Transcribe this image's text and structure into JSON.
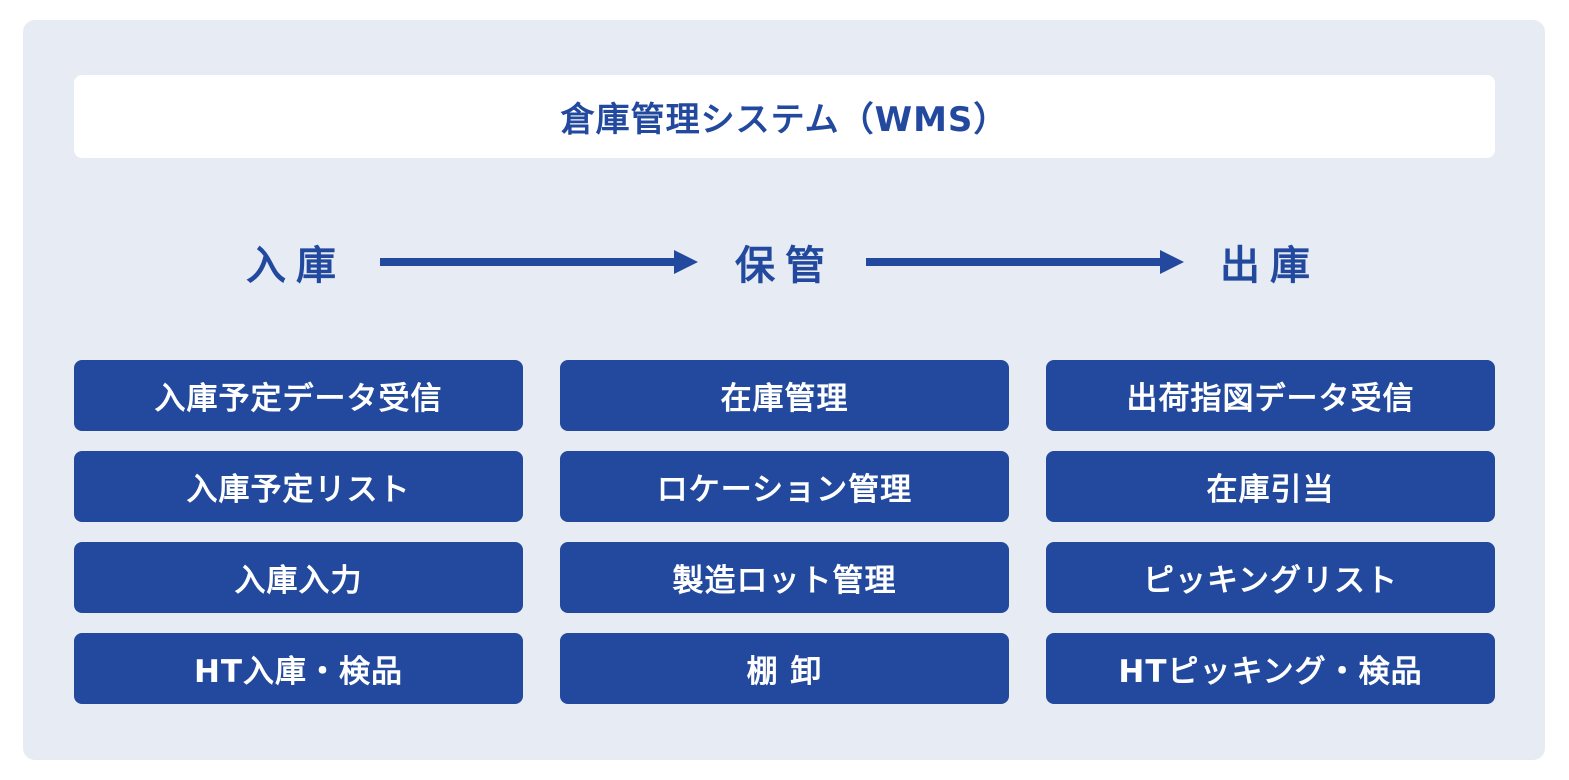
{
  "title": "倉庫管理システム（WMS）",
  "stages": [
    "入庫",
    "保管",
    "出庫"
  ],
  "columns": [
    {
      "items": [
        "入庫予定データ受信",
        "入庫予定リスト",
        "入庫入力",
        "HT入庫・検品"
      ]
    },
    {
      "items": [
        "在庫管理",
        "ロケーション管理",
        "製造ロット管理",
        "棚 卸"
      ]
    },
    {
      "items": [
        "出荷指図データ受信",
        "在庫引当",
        "ピッキングリスト",
        "HTピッキング・検品"
      ]
    }
  ],
  "colors": {
    "primary": "#22499e",
    "panel_bg": "#e7ebf4",
    "title_bg": "#ffffff"
  }
}
